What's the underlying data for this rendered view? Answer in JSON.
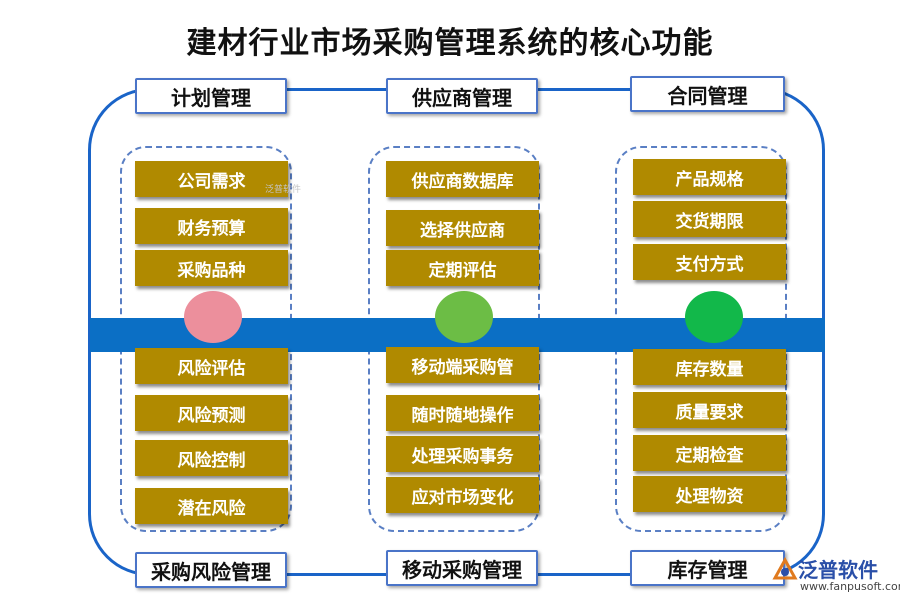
{
  "title": "建材行业市场采购管理系统的核心功能",
  "columns": [
    {
      "top_label": "计划管理",
      "bottom_label": "采购风险管理",
      "circle_color": "#ec8f9c",
      "upper_items": [
        "公司需求",
        "财务预算",
        "采购品种"
      ],
      "lower_items": [
        "风险评估",
        "风险预测",
        "风险控制",
        "潜在风险"
      ]
    },
    {
      "top_label": "供应商管理",
      "bottom_label": "移动采购管理",
      "circle_color": "#6cbd45",
      "upper_items": [
        "供应商数据库",
        "选择供应商",
        "定期评估"
      ],
      "lower_items": [
        "移动端采购管",
        "随时随地操作",
        "处理采购事务",
        "应对市场变化"
      ]
    },
    {
      "top_label": "合同管理",
      "bottom_label": "库存管理",
      "circle_color": "#12b84a",
      "upper_items": [
        "产品规格",
        "交货期限",
        "支付方式"
      ],
      "lower_items": [
        "库存数量",
        "质量要求",
        "定期检查",
        "处理物资"
      ]
    }
  ],
  "watermark": "泛普软件",
  "logo": {
    "name": "泛普软件",
    "url": "www.fanpusoft.com"
  },
  "colors": {
    "frame": "#1a64c8",
    "band": "#0b6fc5",
    "item_fill": "#b08a00",
    "item_text": "#ffffff"
  }
}
